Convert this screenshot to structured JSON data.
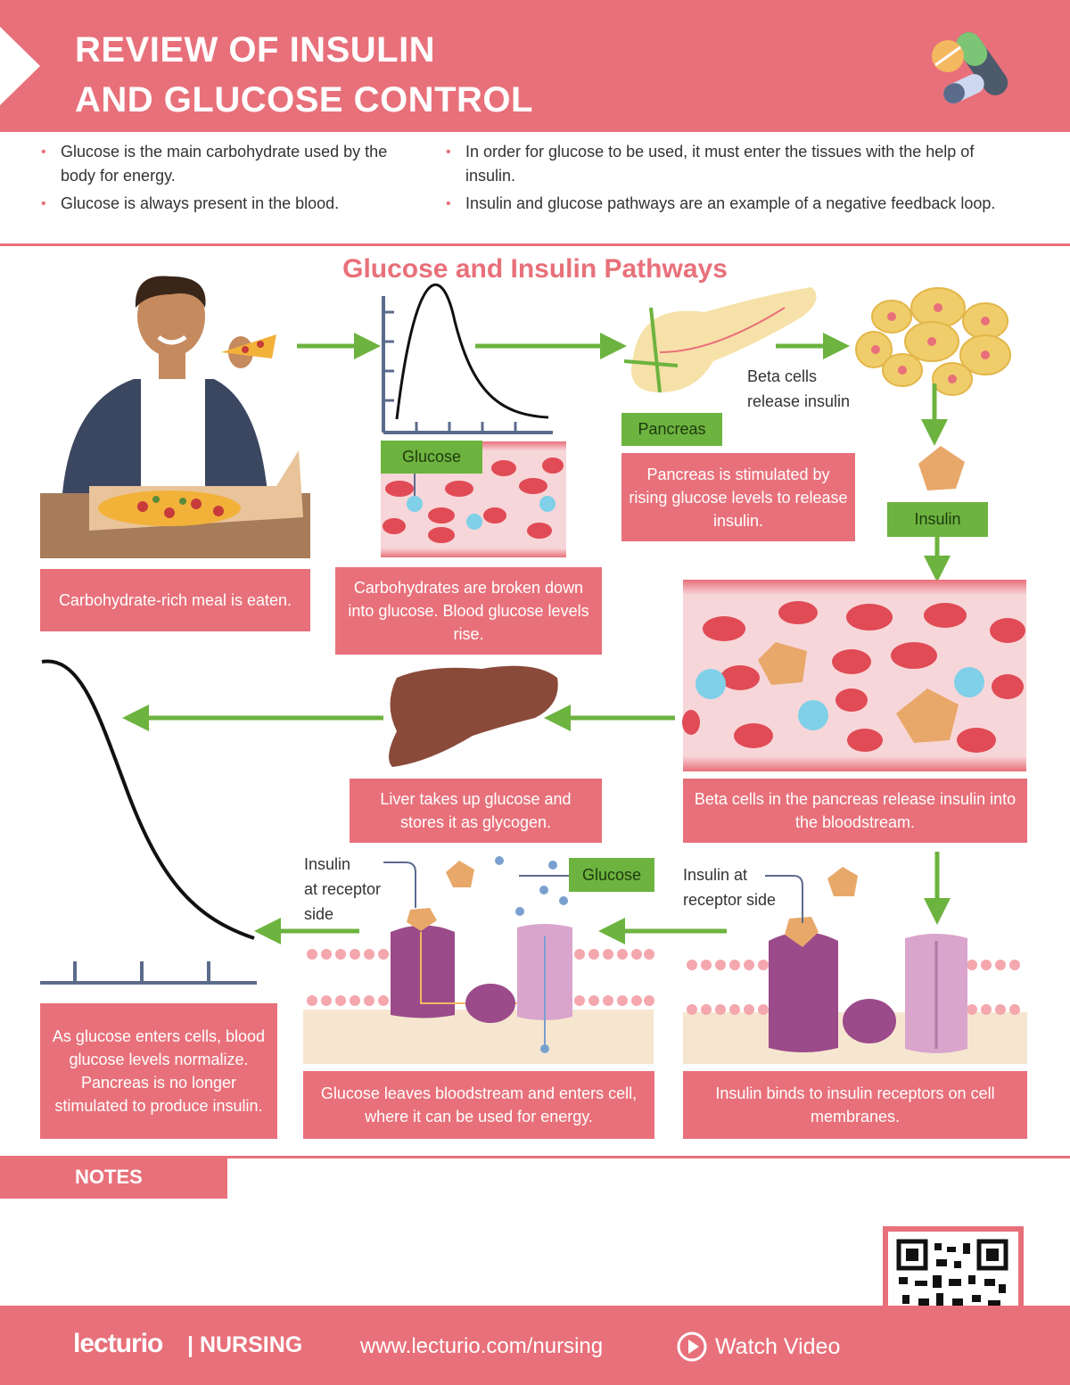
{
  "header": {
    "title_line1": "REVIEW OF INSULIN",
    "title_line2": "AND GLUCOSE CONTROL"
  },
  "bullets_left": [
    "Glucose is the main carbohydrate used by the body for energy.",
    "Glucose is always present in the blood."
  ],
  "bullets_right": [
    "In order for glucose to be used, it must enter the tissues with the help of insulin.",
    "Insulin and glucose pathways are an example of a negative feedback loop."
  ],
  "section_title": "Glucose and Insulin Pathways",
  "tags": {
    "glucose_1": "Glucose",
    "pancreas": "Pancreas",
    "insulin": "Insulin",
    "glucose_2": "Glucose"
  },
  "labels": {
    "beta_cells_line1": "Beta cells",
    "beta_cells_line2": "release insulin",
    "insulin_receptor_a_line1": "Insulin",
    "insulin_receptor_a_line2": "at receptor",
    "insulin_receptor_a_line3": "side",
    "insulin_receptor_b_line1": "Insulin at",
    "insulin_receptor_b_line2": "receptor side"
  },
  "captions": {
    "meal": "Carbohydrate-rich meal is eaten.",
    "broken_down": "Carbohydrates are broken down into glucose. Blood glucose levels rise.",
    "pancreas": "Pancreas is stimulated by rising glucose levels to release insulin.",
    "liver": "Liver takes up glucose and stores it as glycogen.",
    "beta_release": "Beta cells in the pancreas release insulin into the bloodstream.",
    "normalize": "As glucose enters cells, blood glucose levels normalize. Pancreas is no longer stimulated to produce insulin.",
    "glucose_enters": "Glucose leaves bloodstream and enters cell, where it can be used for energy.",
    "insulin_binds": "Insulin binds to insulin receptors on cell membranes."
  },
  "notes_label": "NOTES",
  "footer": {
    "brand": "lecturio",
    "brand_suffix": "| NURSING",
    "url": "www.lecturio.com/nursing",
    "watch": "Watch Video"
  },
  "colors": {
    "brand": "#e8707a",
    "green": "#6db33f",
    "blood": "#e04b55"
  }
}
